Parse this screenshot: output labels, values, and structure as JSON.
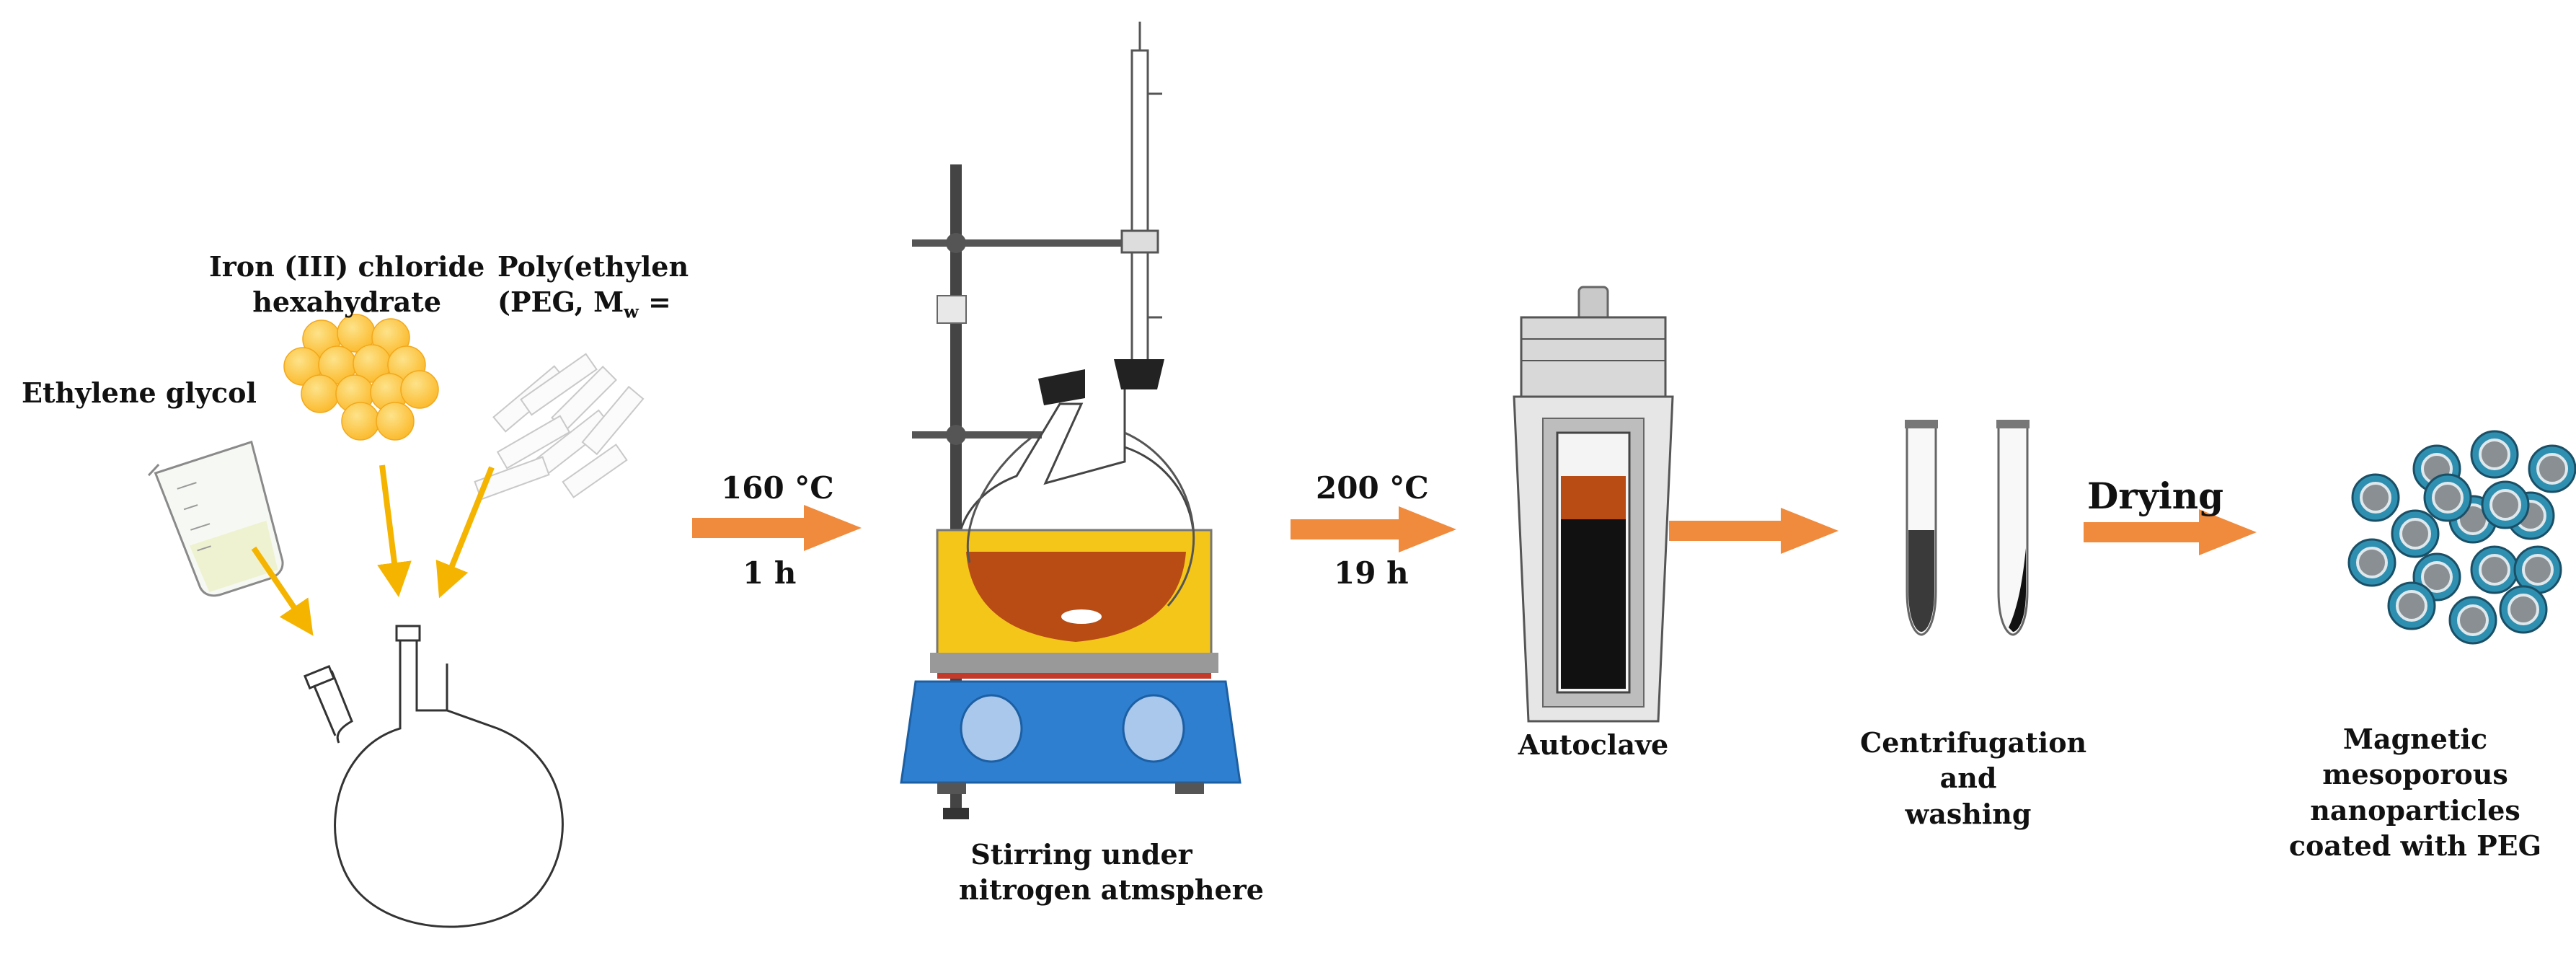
{
  "reagents": {
    "iron_chloride": [
      "Iron (III) chloride",
      "hexahydrate"
    ],
    "peg": [
      "Poly(ethylen",
      "(PEG, M",
      "w",
      " ="
    ],
    "ethylene_glycol": "Ethylene glycol"
  },
  "arrows": [
    {
      "top": "160 °C",
      "bottom": "1 h"
    },
    {
      "top": "200 °C",
      "bottom": "19 h"
    },
    {
      "top": "",
      "bottom": ""
    },
    {
      "top": "Drying",
      "bottom": ""
    }
  ],
  "steps": {
    "stirring": [
      "Stirring under",
      "nitrogen atmsphere"
    ],
    "autoclave": "Autoclave",
    "centrifugation": [
      "Centrifugation",
      "and",
      "washing"
    ],
    "product": [
      "Magnetic",
      "mesoporous",
      "nanoparticles",
      "coated with  PEG"
    ]
  },
  "colors": {
    "arrow": "#f08a3c",
    "feed_arrow": "#f5b400",
    "fecl3_pellets": "#fcc23a",
    "orange_liquid": "#b84c14",
    "yellow_bath": "#f5c61a",
    "stirrer_blue": "#2f7fd0",
    "particle_core": "#8a8f93",
    "particle_shell": "#2f8fb0"
  }
}
